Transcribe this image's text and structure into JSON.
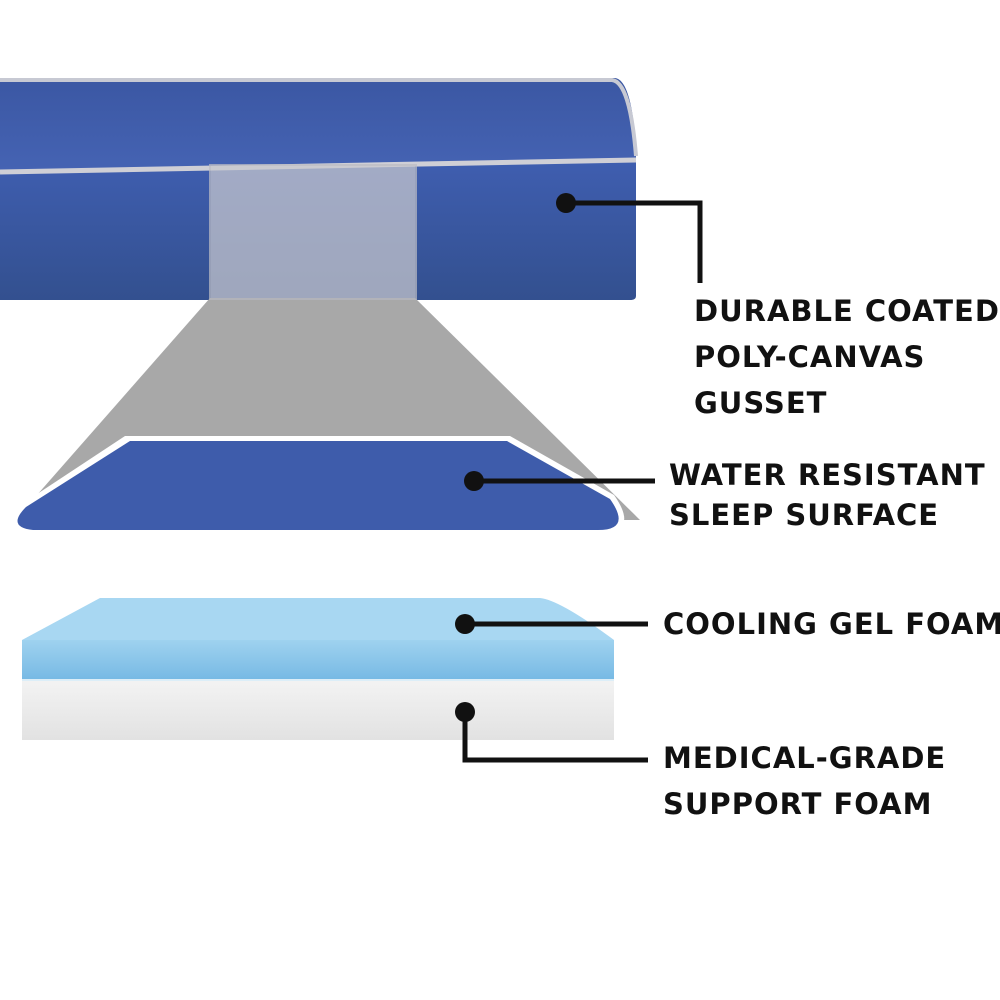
{
  "callouts": {
    "gusset": {
      "lines": [
        "DURABLE COATED",
        "POLY-CANVAS",
        "GUSSET"
      ]
    },
    "sleep_surface": {
      "lines": [
        "WATER RESISTANT",
        "SLEEP SURFACE"
      ]
    },
    "gel_foam": {
      "lines": [
        "COOLING GEL FOAM"
      ]
    },
    "support_foam": {
      "lines": [
        "MEDICAL-GRADE",
        "SUPPORT FOAM"
      ]
    }
  },
  "colors": {
    "cover_blue": "#3d5ba8",
    "cover_blue_dark": "#34509a",
    "piping": "#cfcfd6",
    "magnifier_gray": "#9e9e9e",
    "gel_blue": "#8cc7ea",
    "support_white": "#eeeeee",
    "callout_black": "#111111"
  }
}
